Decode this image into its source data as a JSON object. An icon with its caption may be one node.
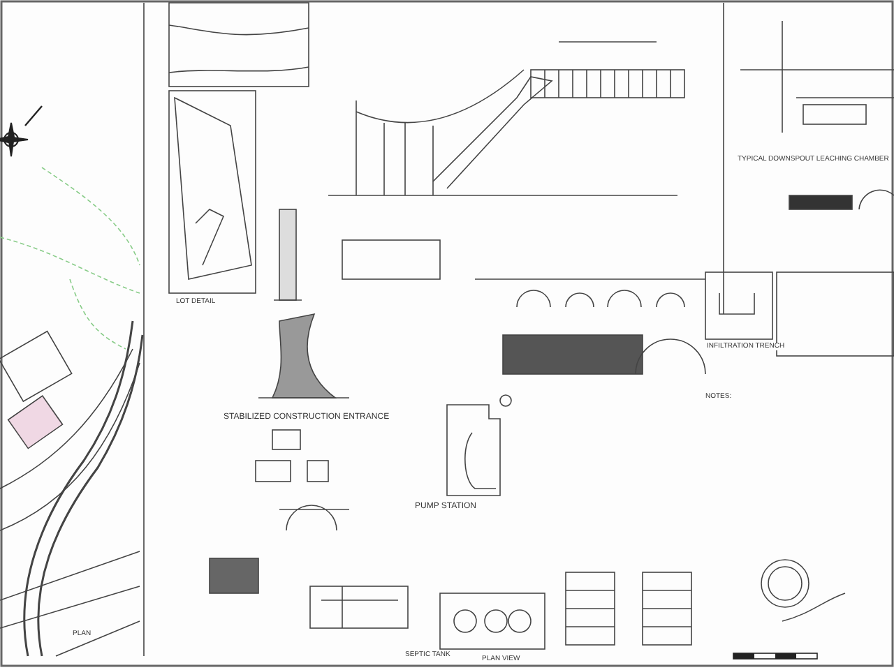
{
  "diagram": {
    "labels": [
      "LOT DETAIL",
      "STABILIZED CONSTRUCTION ENTRANCE",
      "PUMP STATION",
      "SEPTIC TANK",
      "PLAN VIEW",
      "TYPICAL DOWNSPOUT LEACHING CHAMBER",
      "INFILTRATION TRENCH",
      "NOTES:",
      "PLAN"
    ]
  }
}
